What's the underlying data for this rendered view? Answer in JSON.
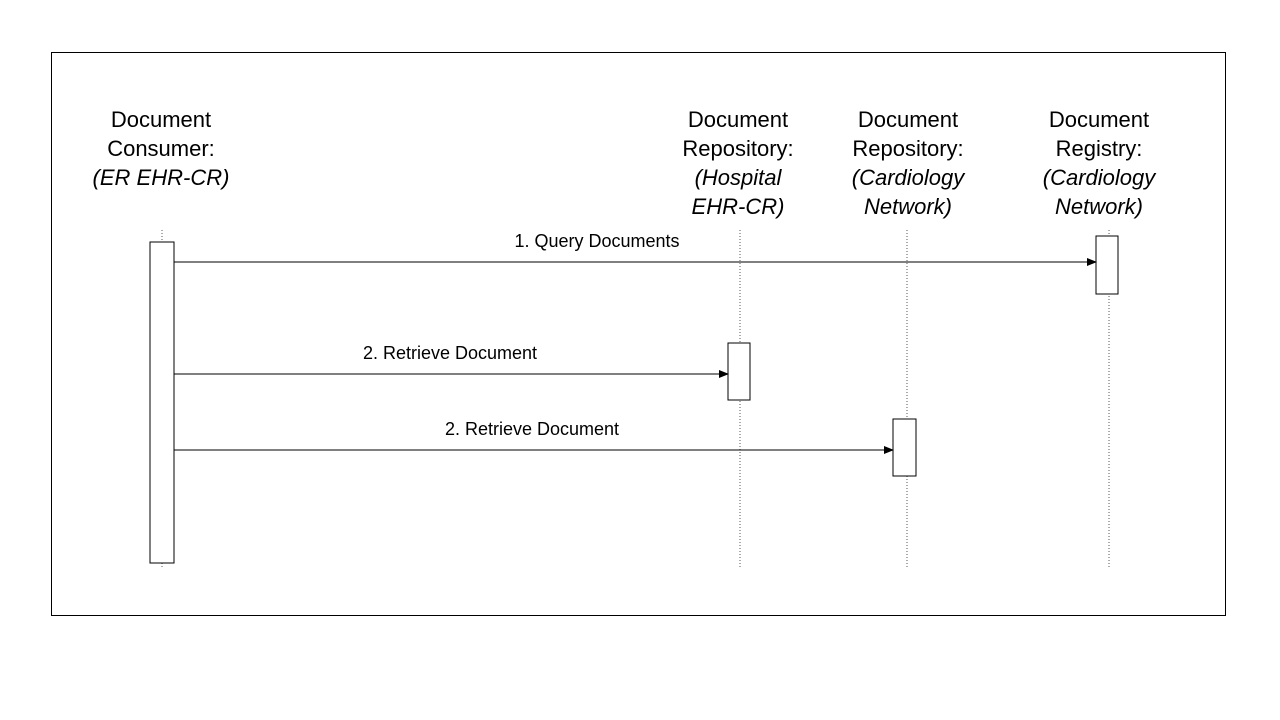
{
  "actors": [
    {
      "name_lines": [
        "Document",
        "Consumer:"
      ],
      "role_lines": [
        "(ER EHR-CR)"
      ]
    },
    {
      "name_lines": [
        "Document",
        "Repository:"
      ],
      "role_lines": [
        "(Hospital",
        "EHR-CR)"
      ]
    },
    {
      "name_lines": [
        "Document",
        "Repository:"
      ],
      "role_lines": [
        "(Cardiology",
        "Network)"
      ]
    },
    {
      "name_lines": [
        "Document",
        "Registry:"
      ],
      "role_lines": [
        "(Cardiology",
        "Network)"
      ]
    }
  ],
  "messages": [
    {
      "label": "1. Query Documents",
      "from": 0,
      "to": 3
    },
    {
      "label": "2. Retrieve Document",
      "from": 0,
      "to": 1
    },
    {
      "label": "2. Retrieve Document",
      "from": 0,
      "to": 2
    }
  ]
}
